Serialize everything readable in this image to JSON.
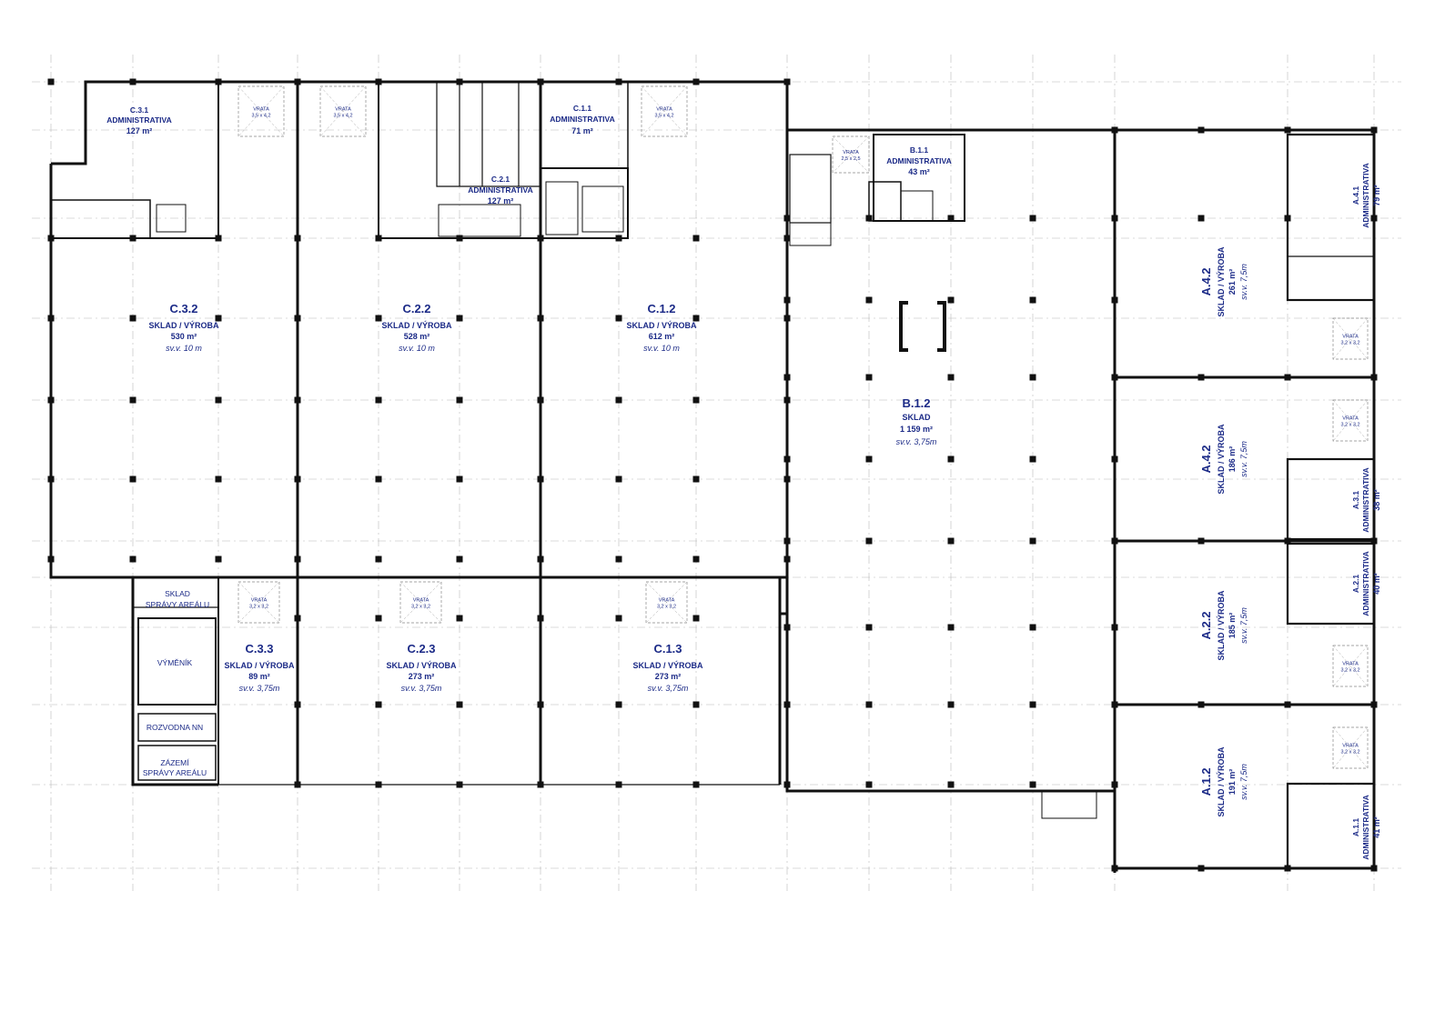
{
  "units": {
    "C31": {
      "code": "C.3.1",
      "use": "ADMINISTRATIVA",
      "area": "127 m²"
    },
    "C32": {
      "code": "C.3.2",
      "use": "SKLAD / VÝROBA",
      "area": "530 m²",
      "height": "sv.v. 10 m"
    },
    "C22": {
      "code": "C.2.2",
      "use": "SKLAD / VÝROBA",
      "area": "528 m²",
      "height": "sv.v. 10 m"
    },
    "C12": {
      "code": "C.1.2",
      "use": "SKLAD / VÝROBA",
      "area": "612 m²",
      "height": "sv.v. 10 m"
    },
    "C21": {
      "code": "C.2.1",
      "use": "ADMINISTRATIVA",
      "area": "127 m²"
    },
    "C11": {
      "code": "C.1.1",
      "use": "ADMINISTRATIVA",
      "area": "71 m²"
    },
    "C33": {
      "code": "C.3.3",
      "use": "SKLAD / VÝROBA",
      "area": "89 m²",
      "height": "sv.v. 3,75m"
    },
    "C23": {
      "code": "C.2.3",
      "use": "SKLAD / VÝROBA",
      "area": "273 m²",
      "height": "sv.v. 3,75m"
    },
    "C13": {
      "code": "C.1.3",
      "use": "SKLAD / VÝROBA",
      "area": "273 m²",
      "height": "sv.v. 3,75m"
    },
    "B11": {
      "code": "B.1.1",
      "use": "ADMINISTRATIVA",
      "area": "43 m²"
    },
    "B12": {
      "code": "B.1.2",
      "use": "SKLAD",
      "area": "1 159 m²",
      "height": "sv.v. 3,75m"
    },
    "A42": {
      "code": "A.4.2",
      "use": "SKLAD / VÝROBA",
      "area": "261 m²",
      "height": "sv.v. 7,5m"
    },
    "A41": {
      "code": "A.4.1",
      "use": "ADMINISTRATIVA",
      "area": "79 m²"
    },
    "A32": {
      "code": "A.4.2",
      "use": "SKLAD / VÝROBA",
      "area": "186 m²",
      "height": "sv.v. 7,5m"
    },
    "A31": {
      "code": "A.3.1",
      "use": "ADMINISTRATIVA",
      "area": "38 m²"
    },
    "A22": {
      "code": "A.2.2",
      "use": "SKLAD / VÝROBA",
      "area": "185 m²",
      "height": "sv.v. 7,5m"
    },
    "A21": {
      "code": "A.2.1",
      "use": "ADMINISTRATIVA",
      "area": "40 m²"
    },
    "A12": {
      "code": "A.1.2",
      "use": "SKLAD / VÝROBA",
      "area": "191 m²",
      "height": "sv.v. 7,5m"
    },
    "A11": {
      "code": "A.1.1",
      "use": "ADMINISTRATIVA",
      "area": "41 m²"
    }
  },
  "aux_rooms": {
    "sklad_1": "SKLAD",
    "sklad_2": "SPRÁVY AREÁLU",
    "vymenik": "VÝMĚNÍK",
    "rozvodna": "ROZVODNA NN",
    "zazemi_1": "ZÁZEMÍ",
    "zazemi_2": "SPRÁVY AREÁLU"
  },
  "gates": {
    "label": "VRATA",
    "size_large": "3,5 x 4,2",
    "size_small": "3,2 x 3,2",
    "size_b": "2,5 x 2,5"
  },
  "colors": {
    "label": "#1b2a87",
    "wall": "#111111",
    "grid": "#b8b8b8"
  }
}
